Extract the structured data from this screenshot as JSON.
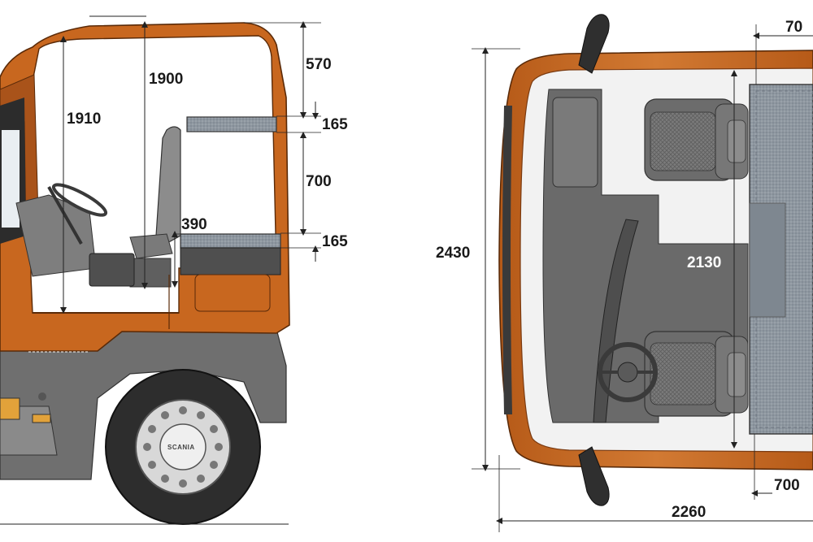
{
  "side_view": {
    "dims": {
      "cab_interior_height": "1910",
      "floor_to_roof": "1900",
      "upper_bunk_to_roof": "570",
      "upper_bunk_thickness": "165",
      "bunk_spacing": "700",
      "lower_bunk_height": "390",
      "lower_bunk_thickness": "165"
    },
    "wheel_brand": "SCANIA"
  },
  "top_view": {
    "dims": {
      "cab_width": "2430",
      "interior_width": "2130",
      "cab_length": "2260",
      "bunk_width_top": "70",
      "bunk_width_bottom": "700"
    }
  },
  "colors": {
    "cab": "#c8671f",
    "cab_dark": "#8f4512",
    "grey": "#6f6f6f",
    "bunk": "#8e97a0"
  }
}
